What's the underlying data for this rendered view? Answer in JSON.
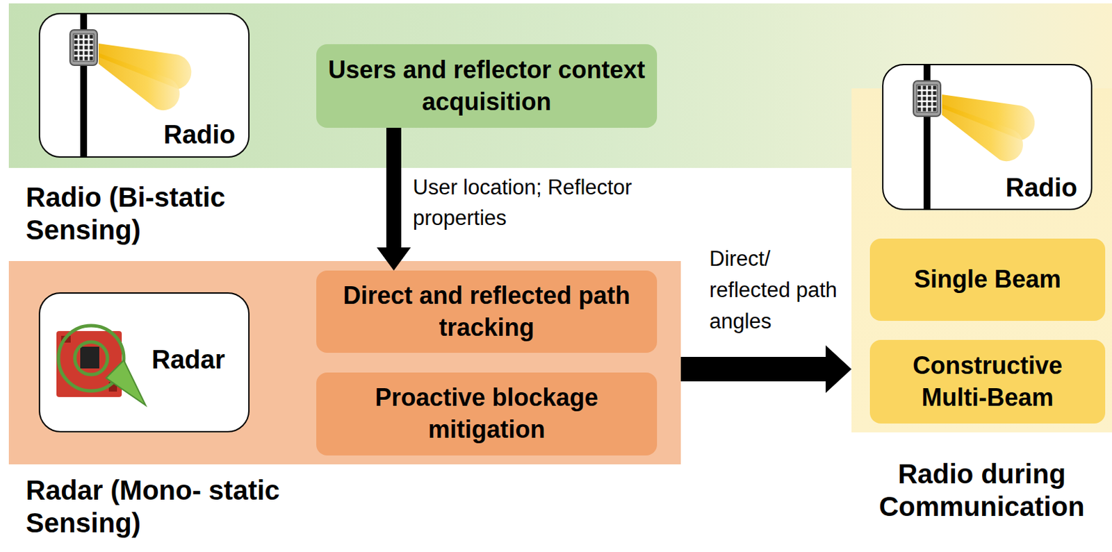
{
  "diagram": {
    "nodes": [
      {
        "text": [
          "Radio (Bi-static Sensing)"
        ]
      },
      {
        "text": [
          "Radio"
        ],
        "in": 0
      },
      {
        "text": [
          "Users and reflector context acquisition"
        ],
        "in": 0
      },
      {
        "text": [
          "Radar (Mono- static Sensing)"
        ]
      },
      {
        "text": [
          "Radar"
        ],
        "in": 3
      },
      {
        "text": [
          "Direct and reflected path tracking"
        ],
        "in": 3
      },
      {
        "text": [
          "Proactive blockage mitigation"
        ],
        "in": 3
      },
      {
        "text": [
          "Radio during Communication"
        ]
      },
      {
        "text": [
          "Radio"
        ],
        "in": 7
      },
      {
        "text": [
          "Single Beam"
        ],
        "in": 7
      },
      {
        "text": [
          "Constructive Multi-Beam"
        ],
        "in": 7
      }
    ],
    "edges": [
      {
        "from": 2,
        "to": 5,
        "arrow": "to",
        "label": "User location; Reflector properties"
      },
      {
        "from": 3,
        "to": 7,
        "arrow": "to",
        "label": "Direct/ reflected path angles"
      }
    ]
  }
}
